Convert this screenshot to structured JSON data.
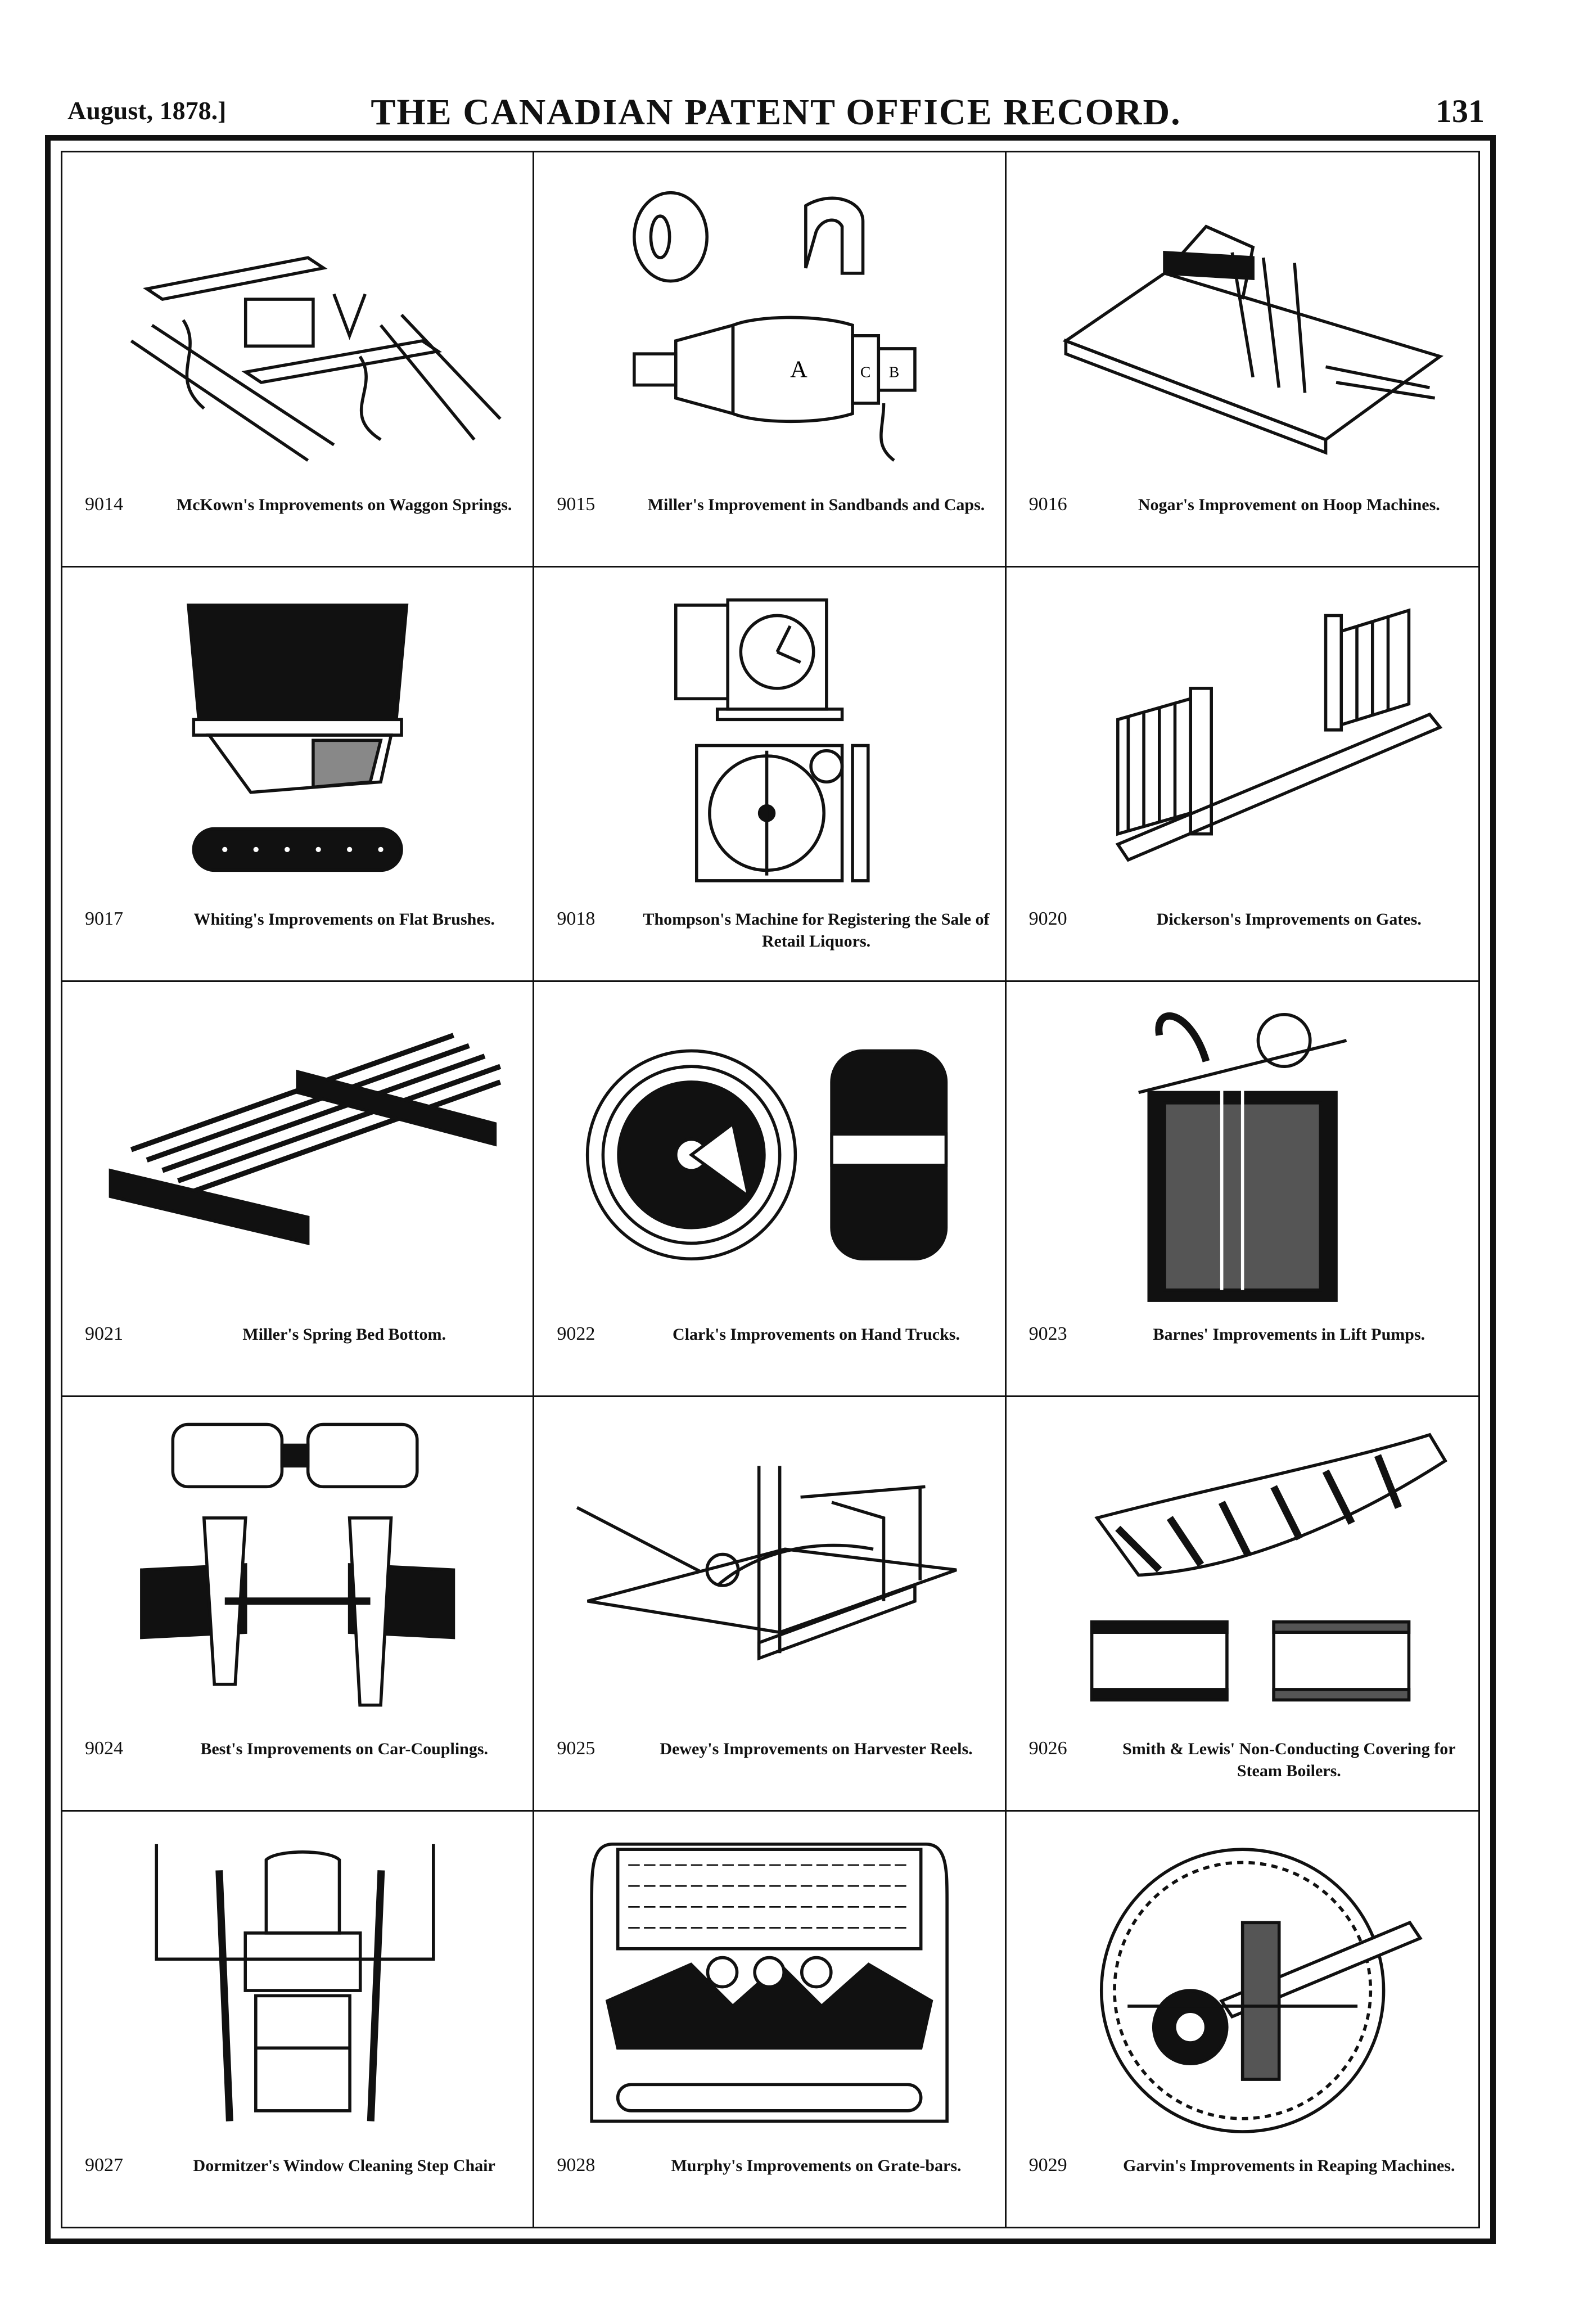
{
  "header": {
    "date": "August, 1878.]",
    "title": "THE CANADIAN PATENT OFFICE RECORD.",
    "page": "131"
  },
  "patents": [
    {
      "number": "9014",
      "title": "McKown's Improvements on Waggon Springs.",
      "icon": "wagon-spring-icon"
    },
    {
      "number": "9015",
      "title": "Miller's Improvement in Sandbands and Caps.",
      "icon": "sandband-icon"
    },
    {
      "number": "9016",
      "title": "Nogar's Improvement on Hoop Machines.",
      "icon": "hoop-machine-icon"
    },
    {
      "number": "9017",
      "title": "Whiting's Improvements on Flat Brushes.",
      "icon": "flat-brush-icon"
    },
    {
      "number": "9018",
      "title": "Thompson's Machine for Registering the Sale of Retail Liquors.",
      "icon": "register-machine-icon"
    },
    {
      "number": "9020",
      "title": "Dickerson's Improvements on Gates.",
      "icon": "gate-icon"
    },
    {
      "number": "9021",
      "title": "Miller's Spring Bed Bottom.",
      "icon": "spring-bed-icon"
    },
    {
      "number": "9022",
      "title": "Clark's Improvements on Hand Trucks.",
      "icon": "hand-truck-wheel-icon"
    },
    {
      "number": "9023",
      "title": "Barnes' Improvements in Lift Pumps.",
      "icon": "lift-pump-icon"
    },
    {
      "number": "9024",
      "title": "Best's Improvements on Car-Couplings.",
      "icon": "car-coupling-icon"
    },
    {
      "number": "9025",
      "title": "Dewey's Improvements on Harvester Reels.",
      "icon": "harvester-reel-icon"
    },
    {
      "number": "9026",
      "title": "Smith & Lewis' Non-Conducting Covering for Steam Boilers.",
      "icon": "boiler-covering-icon"
    },
    {
      "number": "9027",
      "title": "Dormitzer's Window Cleaning Step Chair",
      "icon": "step-chair-icon"
    },
    {
      "number": "9028",
      "title": "Murphy's Improvements on Grate-bars.",
      "icon": "grate-bar-icon"
    },
    {
      "number": "9029",
      "title": "Garvin's Improvements in Reaping Machines.",
      "icon": "reaping-machine-icon"
    }
  ],
  "figure_labels": {
    "fig15_a": "A",
    "fig15_b": "B",
    "fig15_c": "C"
  }
}
